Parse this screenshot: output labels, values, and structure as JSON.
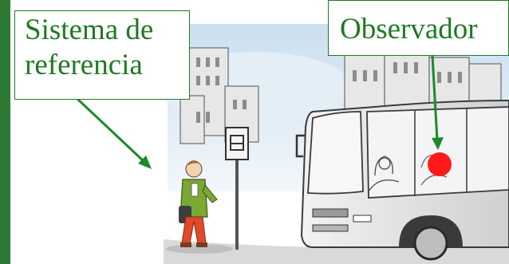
{
  "labels": {
    "reference_system_line1": "Sistema de",
    "reference_system_line2": "referencia",
    "observer": "Observador"
  },
  "colors": {
    "label_text": "#1e7a22",
    "arrow": "#1a8a2a",
    "observer_dot": "#ff1a1a",
    "side_bar": "#2d7a35",
    "bus_body": "#e9e9ea"
  }
}
